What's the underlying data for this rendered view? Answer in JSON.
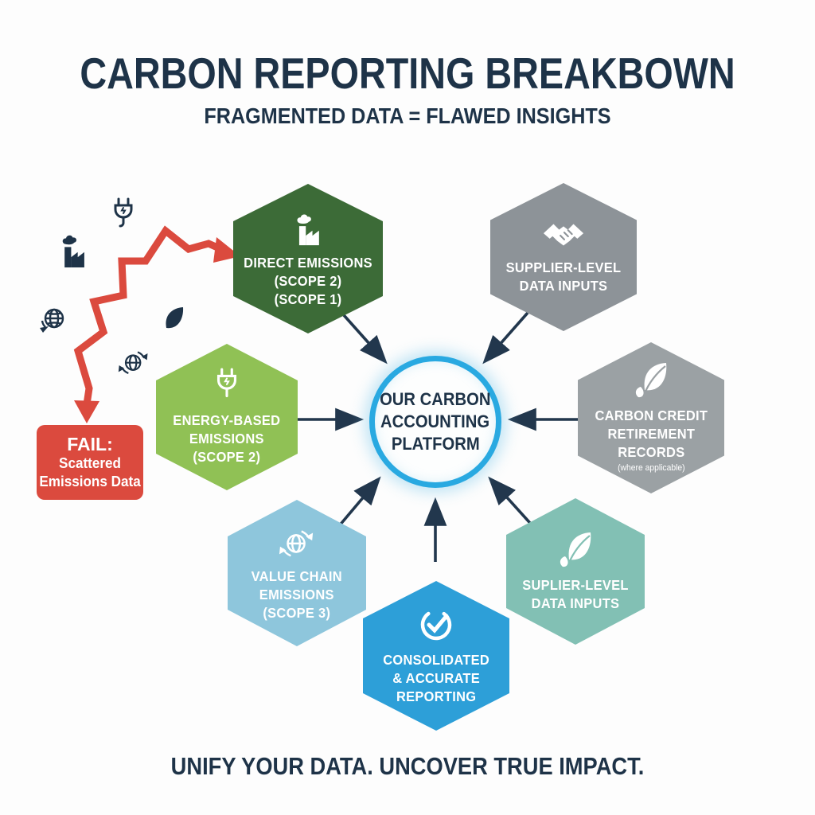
{
  "header": {
    "title": "CARBON REPORTING BREAKBOWN",
    "subtitle": "FRAGMENTED DATA = FLAWED INSIGHTS"
  },
  "footer": {
    "tagline": "UNIFY YOUR DATA. UNCOVER TRUE IMPACT."
  },
  "center_platform": {
    "line1": "OUR CARBON",
    "line2": "ACCOUNTING",
    "line3": "PLATFORM",
    "ring_color": "#29a9e1"
  },
  "fail_box": {
    "heading": "FAIL:",
    "line1": "Scattered",
    "line2": "Emissions Data",
    "bg_color": "#db4a3e"
  },
  "hexagons": {
    "direct": {
      "line1": "DIRECT EMISSIONS",
      "line2": "(SCOPE 2)",
      "line3": "(SCOPE 1)",
      "icon": "factory-icon",
      "bg_color": "#3c6b37"
    },
    "supplier_top": {
      "line1": "SUPPLIER-LEVEL",
      "line2": "DATA INPUTS",
      "icon": "handshake-icon",
      "bg_color": "#8d9398"
    },
    "energy": {
      "line1": "ENERGY-BASED",
      "line2": "EMISSIONS",
      "line3": "(SCOPE 2)",
      "icon": "plug-icon",
      "bg_color": "#90c155"
    },
    "credit": {
      "line1": "CARBON CREDIT",
      "line2": "RETIREMENT",
      "line3": "RECORDS",
      "line4": "(where applicable)",
      "icon": "leaf-icon",
      "bg_color": "#9ba1a4"
    },
    "value_chain": {
      "line1": "VALUE CHAIN",
      "line2": "EMISSIONS",
      "line3": "(SCOPE 3)",
      "icon": "globe-cycle-icon",
      "bg_color": "#8ec6dc"
    },
    "supplier_bottom": {
      "line1": "SUPLIER-LEVEL",
      "line2": "DATA INPUTS",
      "icon": "leaf-icon",
      "bg_color": "#82c0b4"
    },
    "consolidated": {
      "line1": "CONSOLIDATED",
      "line2": "& ACCURATE",
      "line3": "REPORTING",
      "icon": "check-circle-icon",
      "bg_color": "#2d9fd8"
    }
  },
  "scattered_icons": [
    "plug-icon",
    "factory-icon",
    "globe-arrow-icon",
    "leaf-icon",
    "globe-cycle-icon"
  ],
  "colors": {
    "text_navy": "#1e3348",
    "arrow_navy": "#22374d",
    "fail_red": "#db4a3e",
    "background": "#fdfdfd"
  }
}
